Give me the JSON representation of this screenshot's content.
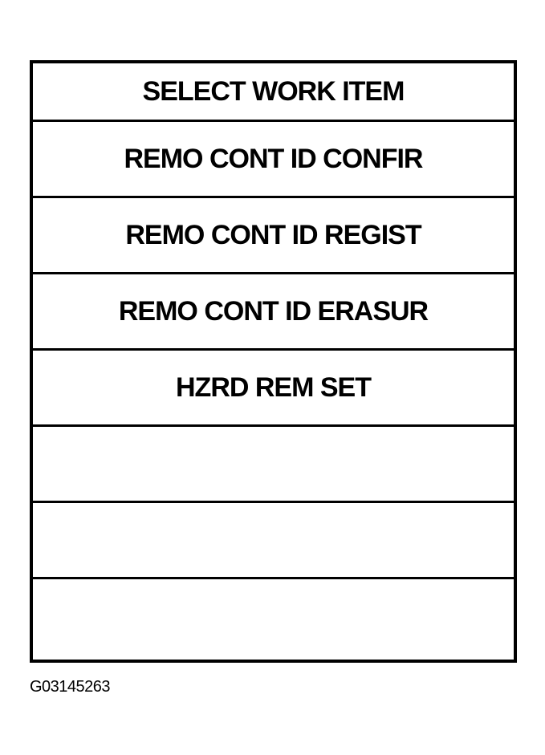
{
  "menu": {
    "title": "SELECT WORK ITEM",
    "items": [
      {
        "label": "REMO CONT ID CONFIR"
      },
      {
        "label": "REMO CONT ID REGIST"
      },
      {
        "label": "REMO CONT ID ERASUR"
      },
      {
        "label": "HZRD REM SET"
      },
      {
        "label": ""
      },
      {
        "label": ""
      },
      {
        "label": ""
      }
    ]
  },
  "figure_id": "G03145263"
}
